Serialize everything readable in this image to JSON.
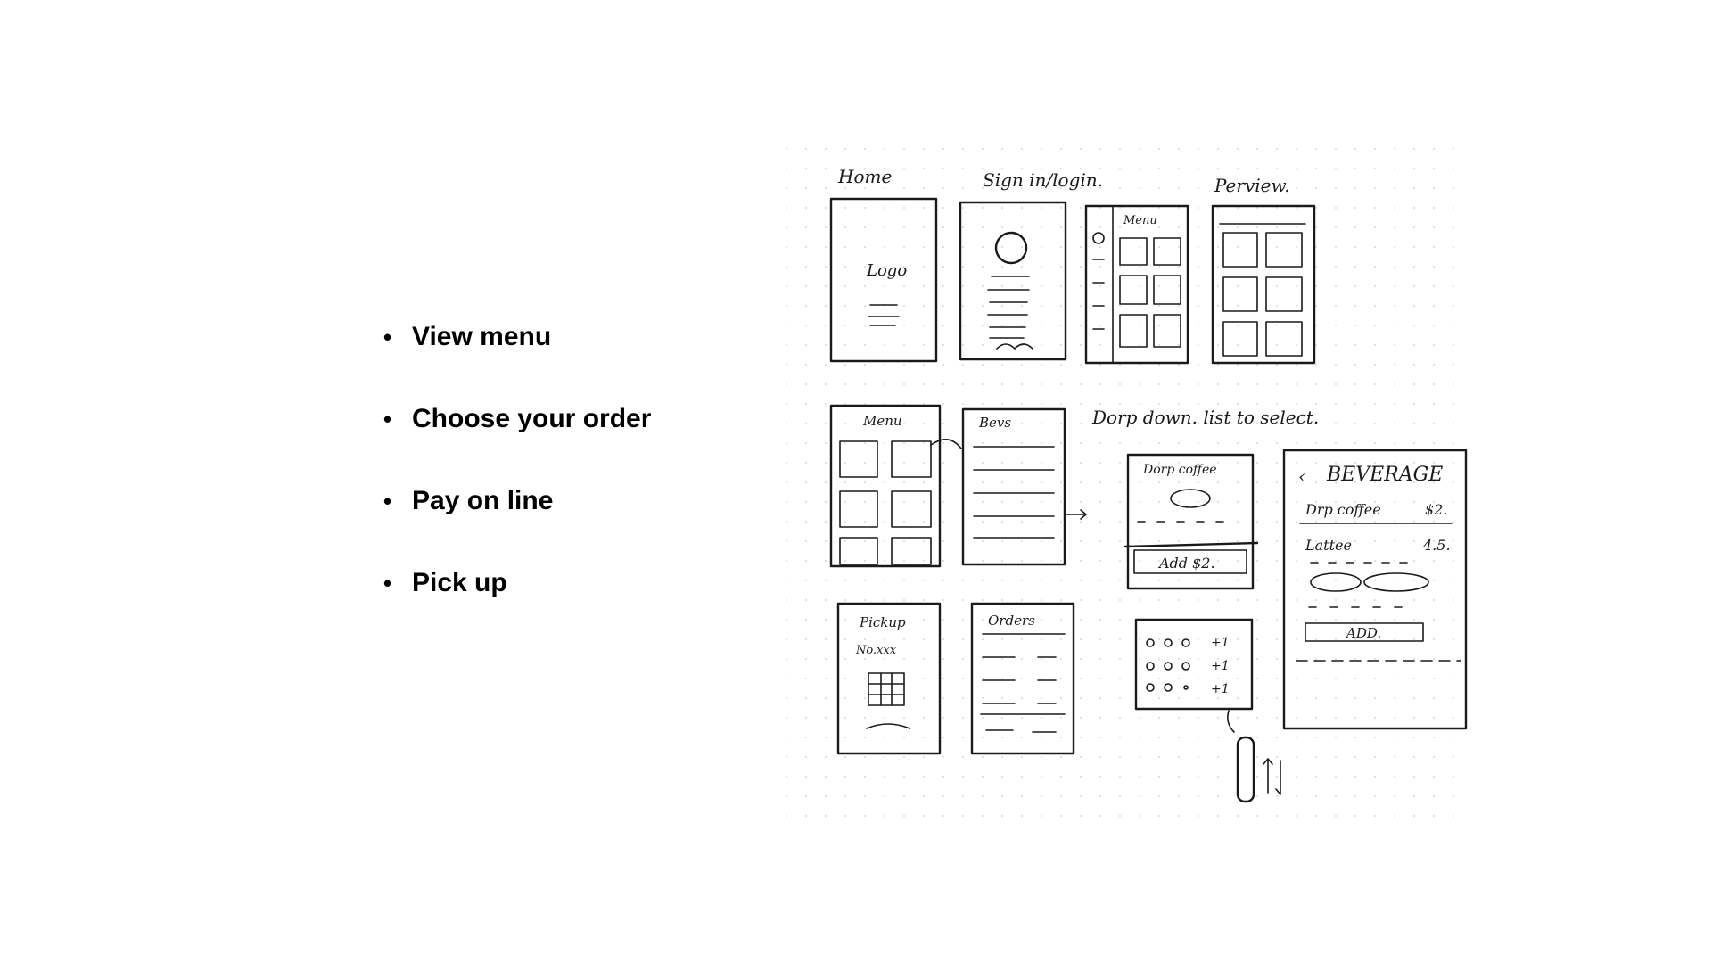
{
  "bullets": [
    {
      "label": "View menu"
    },
    {
      "label": "Choose your order"
    },
    {
      "label": "Pay on line"
    },
    {
      "label": "Pick up"
    }
  ],
  "sketch": {
    "frame_labels": {
      "home": "Home",
      "signin": "Sign in/login.",
      "preview": "Perview.",
      "dropdown_note": "Dorp down. list to select.",
      "pickup": "Pickup",
      "order": "Orders"
    },
    "wireframe_text": {
      "logo": "Logo",
      "menu_small": "Menu",
      "menu": "Menu",
      "beverages_small": "Bevs",
      "drip_coffee_popup": "Dorp coffee",
      "add_popup": "Add $2.",
      "beverage_title": "BEVERAGE",
      "drip_coffee": "Drp coffee",
      "drip_price": "$2.",
      "latte": "Lattee",
      "latte_price": "4.5.",
      "add_button": "ADD.",
      "plus_one": "+1",
      "order_no": "No.xxx"
    }
  }
}
